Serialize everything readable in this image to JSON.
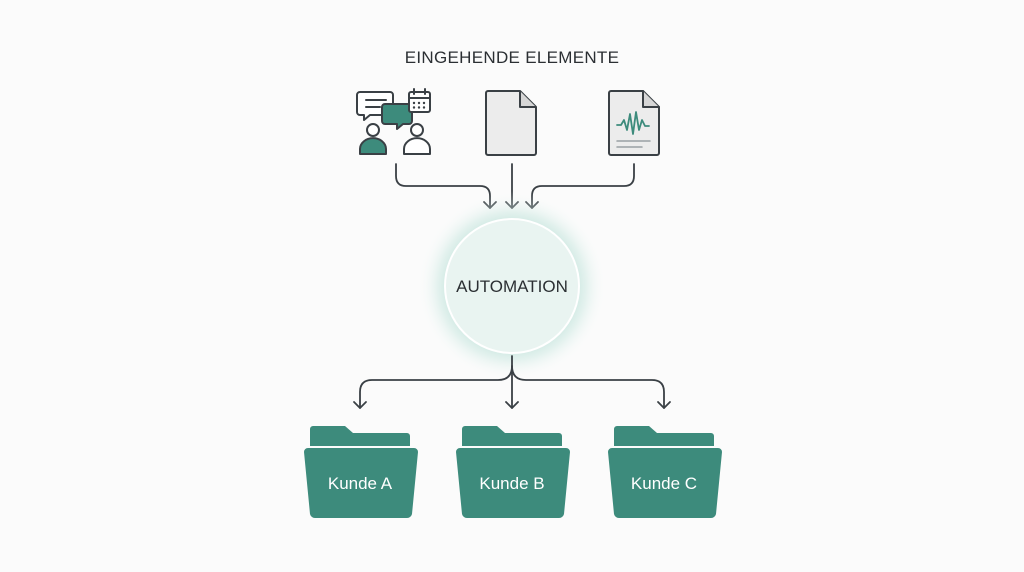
{
  "heading": "EINGEHENDE ELEMENTE",
  "center_label": "AUTOMATION",
  "inputs": [
    {
      "icon": "chat-people-calendar-icon"
    },
    {
      "icon": "document-icon"
    },
    {
      "icon": "audio-document-icon"
    }
  ],
  "folders": [
    {
      "label": "Kunde A",
      "icon": "folder-icon"
    },
    {
      "label": "Kunde B",
      "icon": "folder-icon"
    },
    {
      "label": "Kunde C",
      "icon": "folder-icon"
    }
  ],
  "colors": {
    "accent": "#3d8b7c",
    "accent_light": "#e9f4f1",
    "stroke": "#3a4045",
    "glow": "#a8d8cd",
    "folder_text": "#ffffff"
  }
}
